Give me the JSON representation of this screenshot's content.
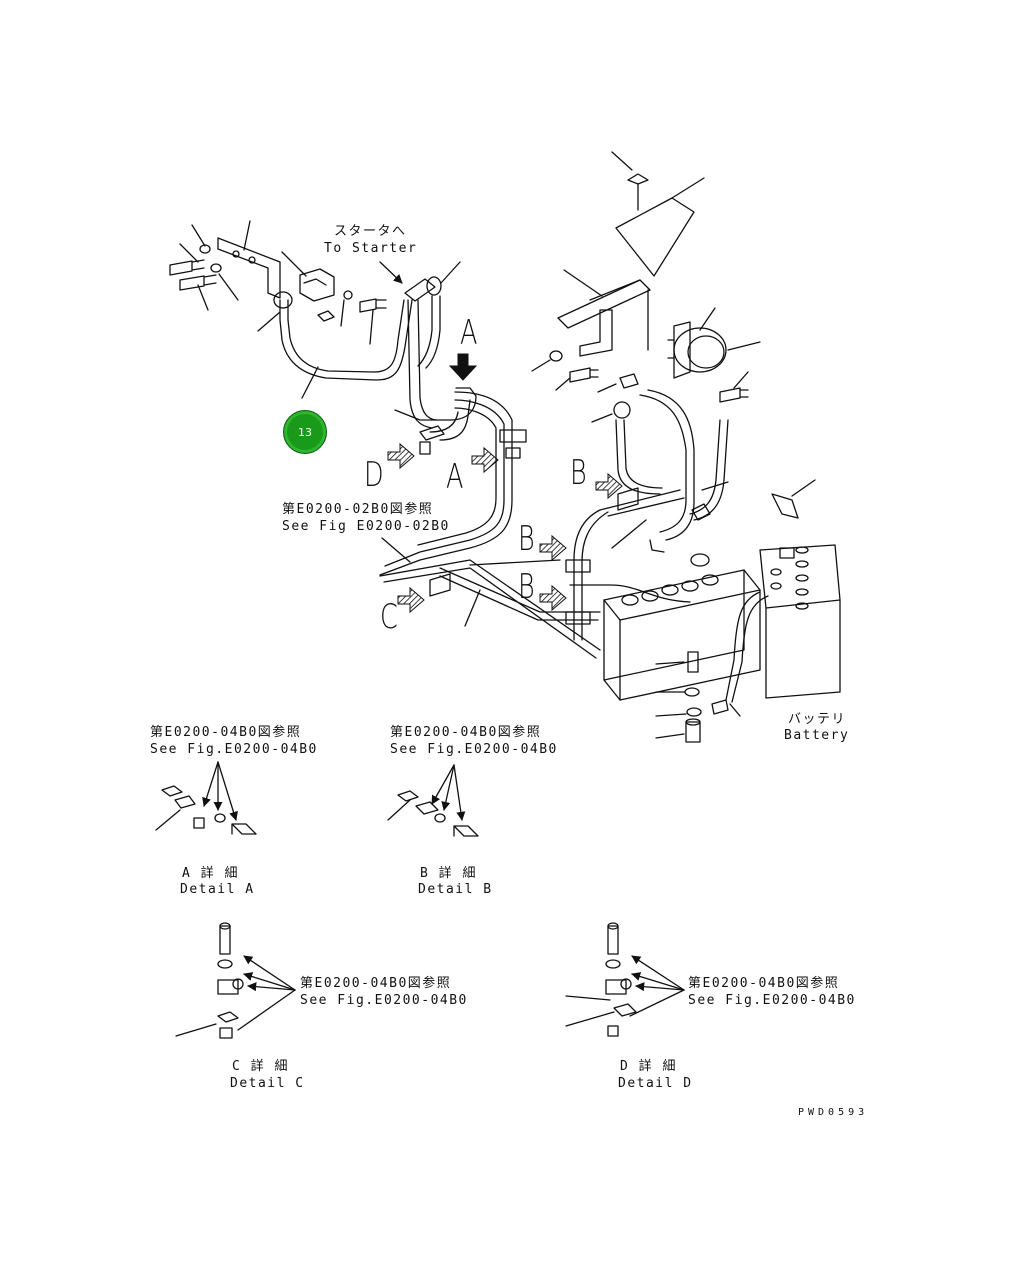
{
  "badge": {
    "label": "13",
    "color": "#1a9a1a"
  },
  "labels": {
    "to_starter_jp": "スタータへ",
    "to_starter_en": "To Starter",
    "see_fig_0200_02_jp": "第E0200-02B0図参照",
    "see_fig_0200_02_en": "See Fig E0200-02B0",
    "battery_jp": "バッテリ",
    "battery_en": "Battery",
    "a_ref_jp": "第E0200-04B0図参照",
    "a_ref_en": "See Fig.E0200-04B0",
    "b_ref_jp": "第E0200-04B0図参照",
    "b_ref_en": "See Fig.E0200-04B0",
    "c_ref_jp": "第E0200-04B0図参照",
    "c_ref_en": "See Fig.E0200-04B0",
    "d_ref_jp": "第E0200-04B0図参照",
    "d_ref_en": "See Fig.E0200-04B0",
    "detail_a_jp": "A 詳 細",
    "detail_a_en": "Detail A",
    "detail_b_jp": "B 詳 細",
    "detail_b_en": "Detail B",
    "detail_c_jp": "C 詳 細",
    "detail_c_en": "Detail C",
    "detail_d_jp": "D 詳 細",
    "detail_d_en": "Detail D",
    "drawing_code": "PWD0593"
  },
  "view_letters": {
    "a_top": "A",
    "a_mid": "A",
    "b_top": "B",
    "b_mid": "B",
    "b_low": "B",
    "c": "C",
    "d": "D"
  }
}
